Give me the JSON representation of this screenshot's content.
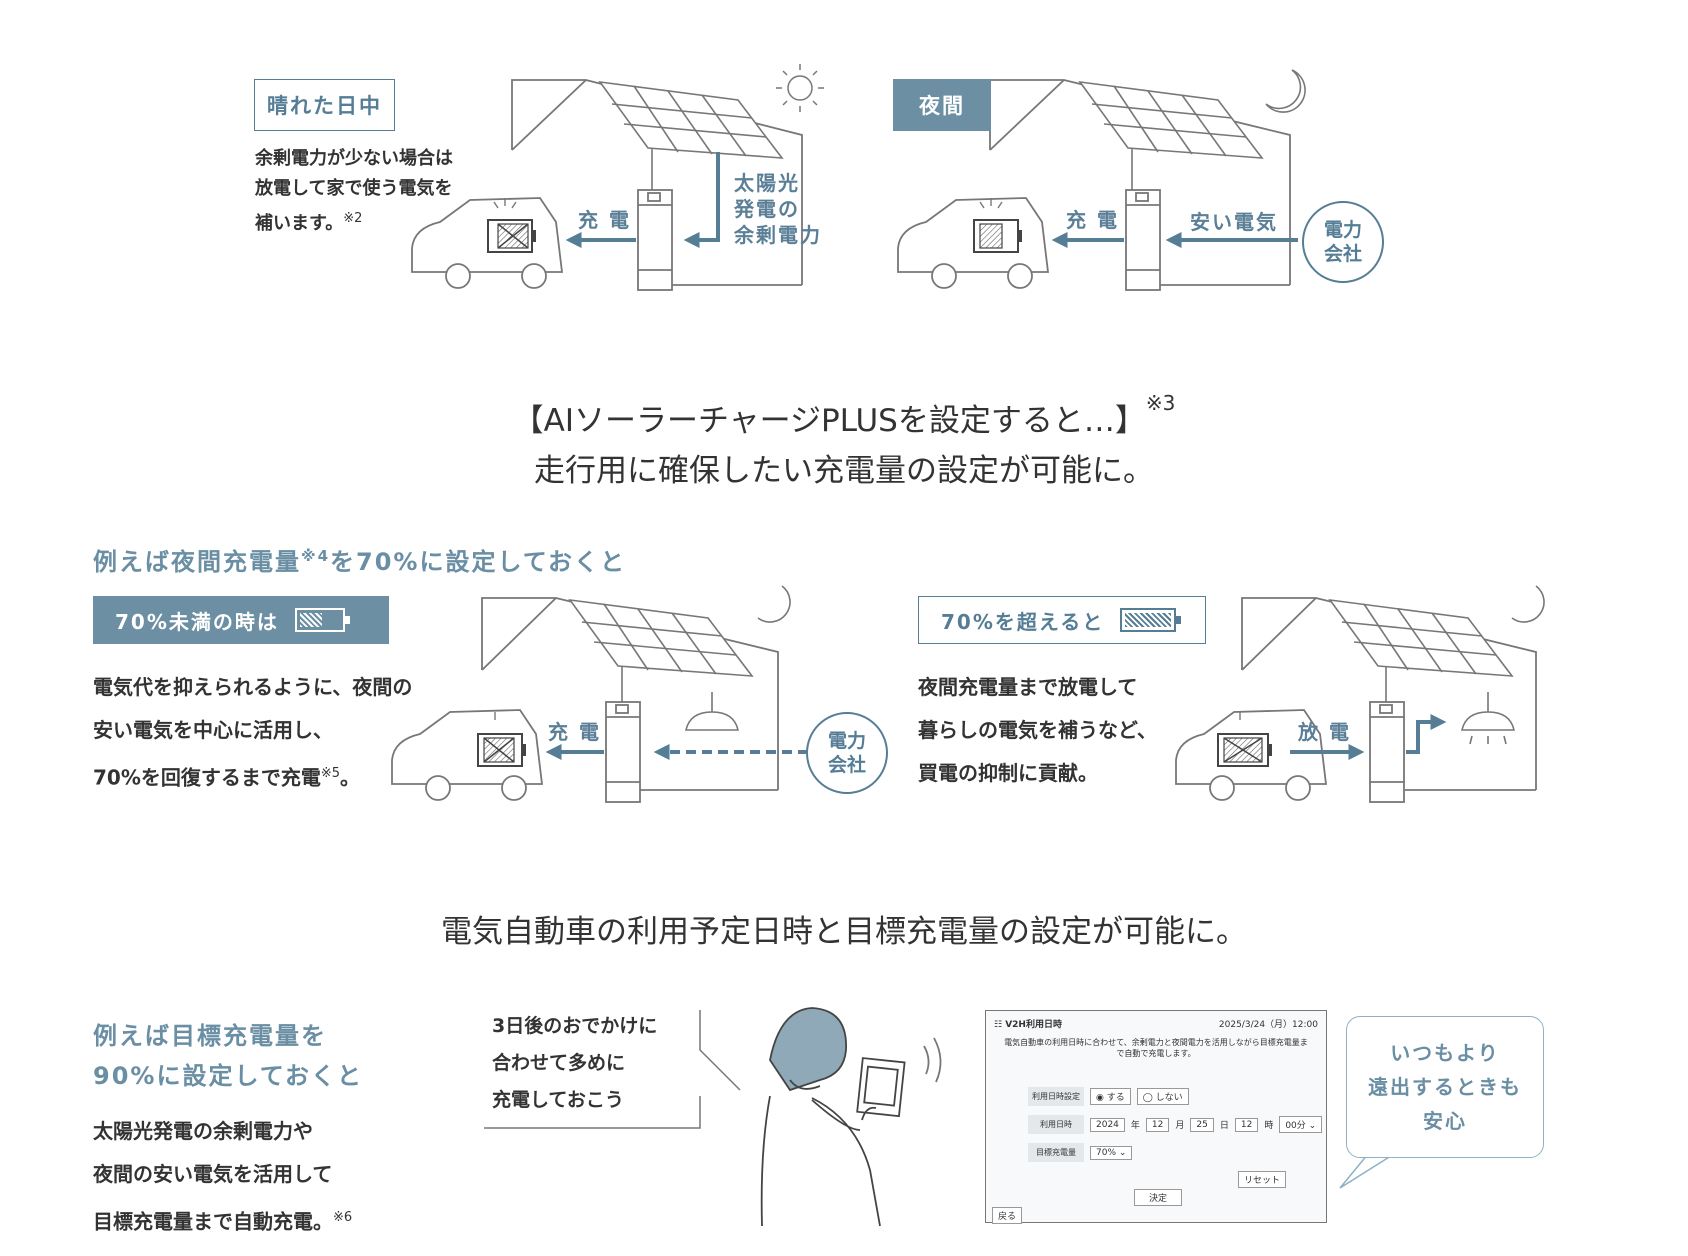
{
  "colors": {
    "accent": "#557d96",
    "accent_light": "#6d8fa3",
    "line": "#777777",
    "text": "#333333"
  },
  "top": {
    "left": {
      "tag": "晴れた日中",
      "desc_lines": [
        "余剰電力が少ない場合は",
        "放電して家で使う電気を",
        "補います。"
      ],
      "desc_note": "※2",
      "label_charge": "充 電",
      "label_surplus": [
        "太陽光",
        "発電の",
        "余剰電力"
      ]
    },
    "right": {
      "tag": "夜間",
      "label_charge": "充 電",
      "label_cheap": "安い電気",
      "utility": [
        "電力",
        "会社"
      ]
    }
  },
  "heading1": {
    "line1": "【AIソーラーチャージPLUSを設定すると…】",
    "note": "※3",
    "line2": "走行用に確保したい充電量の設定が可能に。"
  },
  "middle": {
    "subtitle_pre": "例えば夜間充電量",
    "subtitle_note": "※4",
    "subtitle_post": "を70%に設定しておくと",
    "left": {
      "tag": "70%未満の時は",
      "desc_lines": [
        "電気代を抑えられるように、夜間の",
        "安い電気を中心に活用し、",
        "70%を回復するまで充電"
      ],
      "desc_note": "※5",
      "desc_end": "。",
      "label_charge": "充 電",
      "utility": [
        "電力",
        "会社"
      ]
    },
    "right": {
      "tag": "70%を超えると",
      "desc_lines": [
        "夜間充電量まで放電して",
        "暮らしの電気を補うなど、",
        "買電の抑制に貢献。"
      ],
      "label_discharge": "放 電"
    }
  },
  "heading2": "電気自動車の利用予定日時と目標充電量の設定が可能に。",
  "bottom": {
    "subtitle": [
      "例えば目標充電量を",
      "90%に設定しておくと"
    ],
    "desc_lines": [
      "太陽光発電の余剰電力や",
      "夜間の安い電気を活用して",
      "目標充電量まで自動充電。"
    ],
    "desc_note": "※6",
    "speech": [
      "3日後のおでかけに",
      "合わせて多めに",
      "充電しておこう"
    ],
    "panel": {
      "title": "V2H利用日時",
      "datetime": "2025/3/24（月）12:00",
      "notice": "電気自動車の利用日時に合わせて、余剰電力と夜間電力を活用しながら目標充電量まで自動で充電します。",
      "row1_label": "利用日時設定",
      "opt_yes": "◉ する",
      "opt_no": "◯ しない",
      "row2_label": "利用日時",
      "f_year": "2024",
      "u_year": "年",
      "f_month": "12",
      "u_month": "月",
      "f_day": "25",
      "u_day": "日",
      "f_hour": "12",
      "u_hour": "時",
      "f_min": "00分 ⌄",
      "row3_label": "目標充電量",
      "f_target": "70% ⌄",
      "reset": "リセット",
      "decide": "決定",
      "back": "戻る"
    },
    "bubble": [
      "いつもより",
      "遠出するときも",
      "安心"
    ]
  }
}
